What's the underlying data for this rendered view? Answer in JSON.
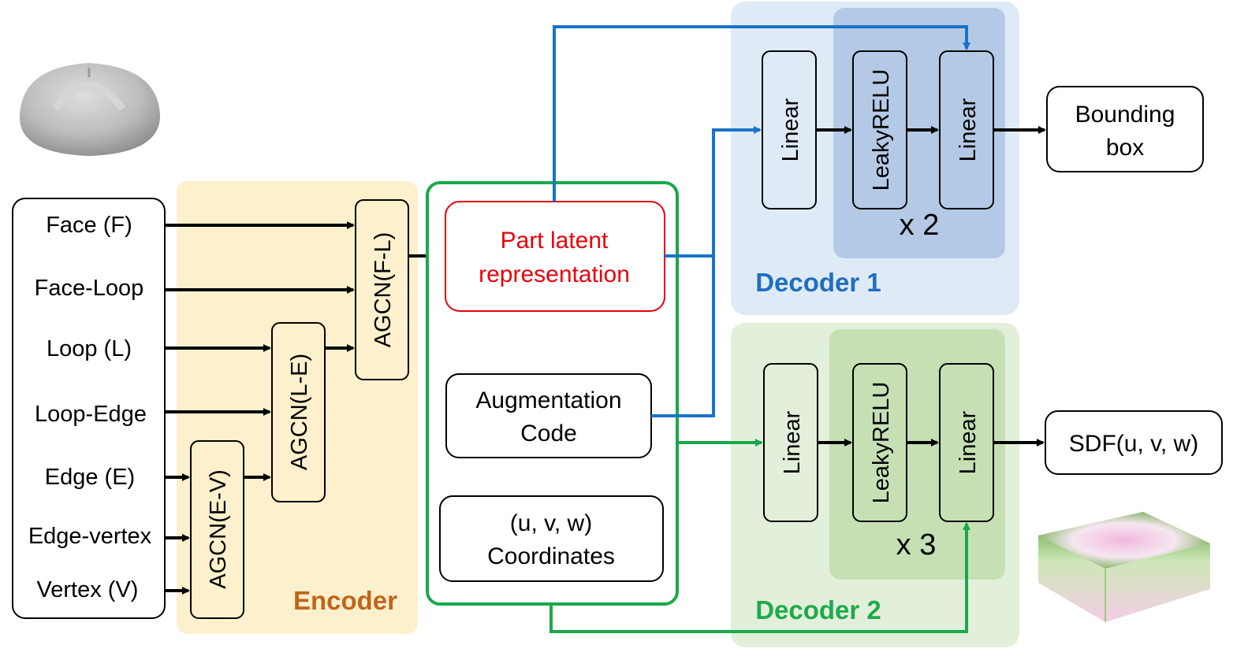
{
  "inputs": [
    "Face (F)",
    "Face-Loop",
    "Loop (L)",
    "Loop-Edge",
    "Edge (E)",
    "Edge-vertex",
    "Vertex (V)"
  ],
  "encoder": {
    "label": "Encoder",
    "agcn_fl": "AGCN(F-L)",
    "agcn_le": "AGCN(L-E)",
    "agcn_ev": "AGCN(E-V)"
  },
  "middle": {
    "part_latent_line1": "Part latent",
    "part_latent_line2": "representation",
    "augmentation_line1": "Augmentation",
    "augmentation_line2": "Code",
    "coordinates_line1": "(u, v, w)",
    "coordinates_line2": "Coordinates"
  },
  "decoder1": {
    "label": "Decoder 1",
    "linear_in": "Linear",
    "leaky": "LeakyRELU",
    "linear_out": "Linear",
    "repeat": "x 2",
    "output_line1": "Bounding",
    "output_line2": "box"
  },
  "decoder2": {
    "label": "Decoder 2",
    "linear_in": "Linear",
    "leaky": "LeakyRELU",
    "linear_out": "Linear",
    "repeat": "x 3",
    "output": "SDF(u, v, w)"
  },
  "colors": {
    "encoder_bg": "#fdf0cc",
    "encoder_label": "#c0651a",
    "decoder1_bg": "#deebf7",
    "decoder1_inner": "#b4c9e6",
    "decoder1_label": "#1f6fbf",
    "decoder2_bg": "#e2efda",
    "decoder2_inner": "#c6e0b4",
    "decoder2_label": "#1faa4c",
    "latent_red": "#e8000b",
    "blue_arrow": "#1a73c8",
    "green_arrow": "#1aa84a"
  }
}
